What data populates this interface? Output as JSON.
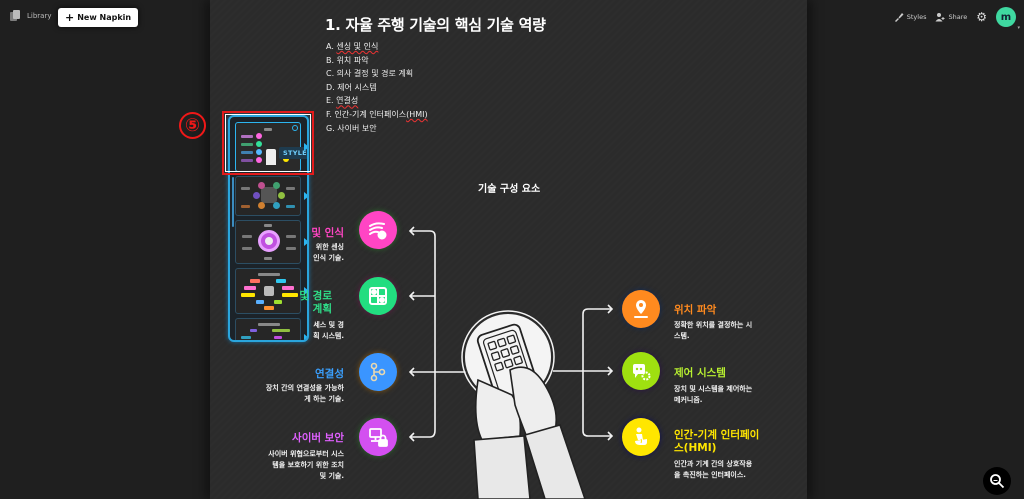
{
  "topbar": {
    "library_label": "Library",
    "new_napkin_label": "New Napkin",
    "styles_label": "Styles",
    "share_label": "Share",
    "avatar_initial": "m"
  },
  "document": {
    "heading": "1. 자율 주행 기술의 핵심 기술 역량",
    "outline": [
      "A. 센싱 및 인식",
      "B. 위치 파악",
      "C. 의사 결정 및 경로 계획",
      "D. 제어 시스템",
      "E. 연결성",
      "F. 인간-기계 인터페이스(HMI)",
      "G. 사이버 보안"
    ]
  },
  "annotation": {
    "number": "⑤"
  },
  "style_panel": {
    "styles_tag": "STYLES",
    "thumbnails": [
      "mind-map-style",
      "hub-circle-style",
      "ring-style",
      "block-style",
      "tree-style"
    ]
  },
  "diagram": {
    "title": "기술 구성 요소",
    "left_nodes": [
      {
        "label": "및 인식",
        "desc_lines": [
          "위한 센싱",
          "인식 기술."
        ],
        "color": "#ff4fc8",
        "icon": "sensor-waves-icon"
      },
      {
        "label_lines": [
          "및 경로",
          "계획"
        ],
        "desc_lines": [
          "세스 및 경",
          "획 시스템."
        ],
        "color": "#2fe08a",
        "icon": "route-grid-icon"
      },
      {
        "label": "연결성",
        "desc_lines": [
          "장치 간의 연결성을 가능하",
          "게 하는 기술."
        ],
        "color": "#3aa0ff",
        "icon": "connection-nodes-icon"
      },
      {
        "label": "사이버 보안",
        "desc_lines": [
          "사이버 위협으로부터 시스",
          "템을 보호하기 위한 조치",
          "및 기술."
        ],
        "color": "#e060ff",
        "icon": "computer-lock-icon"
      }
    ],
    "right_nodes": [
      {
        "label": "위치 파악",
        "desc_lines": [
          "정확한 위치를 결정하는 시",
          "스템."
        ],
        "color": "#ff8a1f",
        "icon": "location-pin-icon"
      },
      {
        "label": "제어 시스템",
        "desc_lines": [
          "장치 및 시스템을 제어하는",
          "메커니즘."
        ],
        "color": "#a8e61e",
        "icon": "chat-gear-icon"
      },
      {
        "label_lines": [
          "인간-기계 인터페이",
          "스(HMI)"
        ],
        "desc_lines": [
          "인간과 기계 간의 상호작용",
          "을 촉진하는 인터페이스."
        ],
        "color": "#ffe600",
        "icon": "person-touch-icon"
      }
    ],
    "center_icon": "hands-keypad-icon"
  },
  "zoom_control": {
    "icon": "magnifier-icon"
  }
}
